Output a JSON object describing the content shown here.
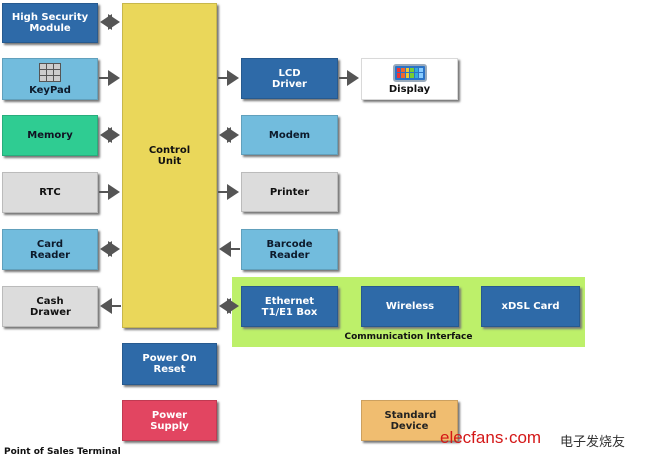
{
  "left": {
    "hsm": "High Security Module",
    "keypad": "KeyPad",
    "memory": "Memory",
    "rtc": "RTC",
    "card_reader": "Card Reader",
    "cash_drawer": "Cash Drawer"
  },
  "control_unit": "Control Unit",
  "right": {
    "lcd_driver": "LCD Driver",
    "display": "Display",
    "modem": "Modem",
    "printer": "Printer",
    "barcode": "Barcode Reader"
  },
  "comm": {
    "ethernet": "Ethernet T1/E1 Box",
    "wireless": "Wireless",
    "xdsl": "xDSL Card",
    "label": "Communication Interface"
  },
  "power_on_reset": "Power On Reset",
  "power_supply": "Power Supply",
  "standard_device": "Standard Device",
  "title": "Point of Sales Terminal",
  "watermark": {
    "text": "elecfans·com",
    "cn": "电子发烧友"
  }
}
